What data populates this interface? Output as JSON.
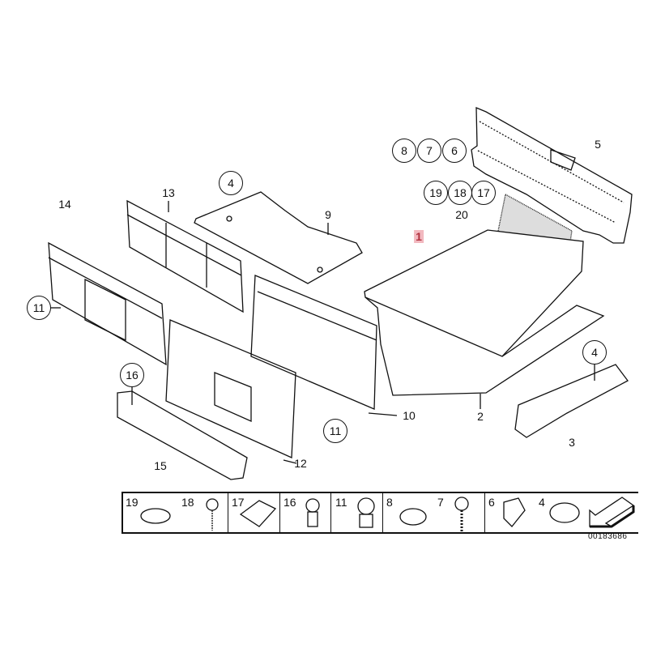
{
  "diagram": {
    "callouts": {
      "c14": "14",
      "c13": "13",
      "c4a": "4",
      "c9": "9",
      "c8": "8",
      "c7": "7",
      "c6": "6",
      "c5": "5",
      "c19": "19",
      "c18": "18",
      "c17": "17",
      "c20": "20",
      "c1": "1",
      "c11a": "11",
      "c16": "16",
      "c4b": "4",
      "c10": "10",
      "c2": "2",
      "c3": "3",
      "c11b": "11",
      "c12": "12",
      "c15": "15"
    },
    "highlight_color": "#f2b8bf"
  },
  "legend": {
    "items": [
      {
        "a": "19",
        "b": "18"
      },
      {
        "a": "17"
      },
      {
        "a": "16"
      },
      {
        "a": "11"
      },
      {
        "a": "8",
        "b": "7"
      },
      {
        "a": "6",
        "b": "4"
      }
    ]
  },
  "diagram_code": "00183686"
}
